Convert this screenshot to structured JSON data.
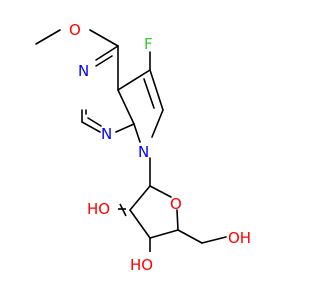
{
  "colors": {
    "carbon_bond": "#000000",
    "oxygen": "#ff0000",
    "nitrogen": "#0000ff",
    "fluorine": "#33cc33",
    "background": "#ffffff"
  },
  "atoms": {
    "O_methoxy": "O",
    "N_ring_top": "N",
    "N_ring_bottom": "N",
    "N_pyrrole": "N",
    "F": "F",
    "O_furanose": "O",
    "HO_2prime": "HO",
    "HO_3prime": "HO",
    "OH_5prime": "OH"
  }
}
